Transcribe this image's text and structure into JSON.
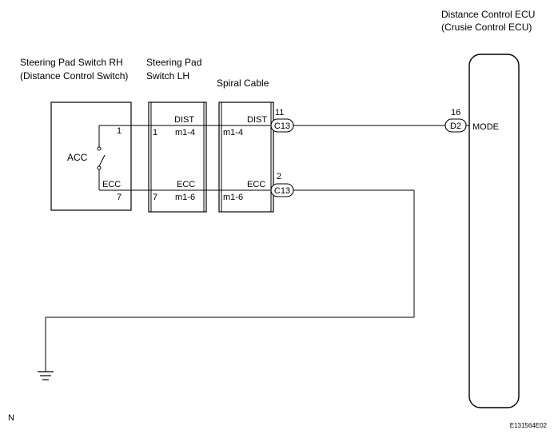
{
  "ecu": {
    "title_line1": "Distance Control ECU",
    "title_line2": "(Crusie Control ECU)",
    "pin_number": "16",
    "connector": "D2",
    "terminal_name": "MODE"
  },
  "switch_rh": {
    "title_line1": "Steering Pad Switch RH",
    "title_line2": "(Distance Control Switch)",
    "switch_label": "ACC",
    "pin_top": "1",
    "pin_bottom": "7",
    "ecc_label": "ECC"
  },
  "switch_lh": {
    "title_line1": "Steering Pad",
    "title_line2": "Switch LH",
    "dist_label": "DIST",
    "pin_top": "1",
    "pin_top_name": "m1-4",
    "ecc_label": "ECC",
    "pin_bottom": "7",
    "pin_bottom_name": "m1-6"
  },
  "spiral": {
    "title": "Spiral Cable",
    "dist_label": "DIST",
    "pin_top_name": "m1-4",
    "ecc_label": "ECC",
    "pin_bottom_name": "m1-6",
    "connector_top": "C13",
    "connector_top_pin": "11",
    "connector_bottom": "C13",
    "connector_bottom_pin": "2"
  },
  "footer": {
    "left_mark": "N",
    "figure_id": "E131564E02"
  }
}
